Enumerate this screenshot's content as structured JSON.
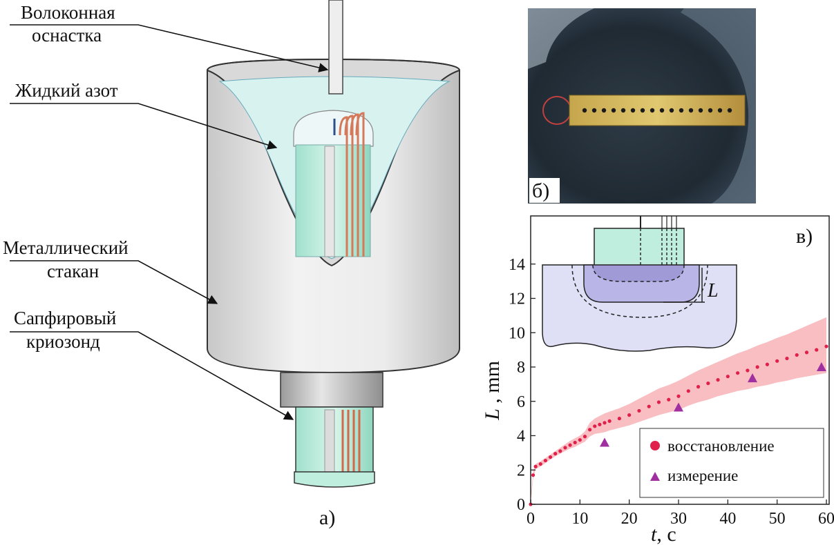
{
  "labels": {
    "fiber_fixture": [
      "Волоконная",
      "оснастка"
    ],
    "liquid_nitrogen": "Жидкий азот",
    "metal_cup": [
      "Металлический",
      "стакан"
    ],
    "sapphire_probe": [
      "Сапфировый",
      "криозонд"
    ]
  },
  "panels": {
    "a": "а)",
    "b": "б)",
    "c": "в)"
  },
  "inset": {
    "depth_label": "L"
  },
  "chart_data": {
    "type": "scatter",
    "xlabel_var": "t",
    "xlabel_unit": ", c",
    "ylabel_var": "L",
    "ylabel_unit": " , mm",
    "xlim": [
      0,
      60
    ],
    "ylim": [
      0,
      16
    ],
    "xticks": [
      "0",
      "10",
      "20",
      "30",
      "40",
      "50",
      "60"
    ],
    "yticks": [
      "0",
      "2",
      "4",
      "6",
      "8",
      "10",
      "12",
      "14"
    ],
    "grid": false,
    "legend_position": "bottom-right",
    "series": [
      {
        "name": "восстановление",
        "marker": "circle",
        "color": "#e0204a",
        "x": [
          0,
          0.5,
          1,
          2,
          3,
          4,
          5,
          6,
          7,
          8,
          9,
          10,
          11,
          12,
          13,
          14,
          15,
          16,
          18,
          20,
          22,
          24,
          26,
          28,
          30,
          32,
          34,
          36,
          38,
          40,
          42,
          44,
          46,
          48,
          50,
          52,
          54,
          56,
          58,
          60
        ],
        "y": [
          0,
          1.7,
          2.2,
          2.35,
          2.55,
          2.75,
          2.95,
          3.1,
          3.3,
          3.45,
          3.6,
          3.75,
          3.95,
          4.35,
          4.55,
          4.65,
          4.75,
          4.85,
          5.0,
          5.2,
          5.45,
          5.7,
          5.95,
          6.1,
          6.3,
          6.6,
          6.85,
          7.05,
          7.25,
          7.45,
          7.65,
          7.8,
          8.0,
          8.15,
          8.35,
          8.5,
          8.7,
          8.85,
          9.0,
          9.2
        ],
        "band_lower": [
          0,
          1.5,
          2.05,
          2.2,
          2.4,
          2.6,
          2.8,
          2.95,
          3.1,
          3.25,
          3.35,
          3.5,
          3.65,
          3.95,
          4.1,
          4.15,
          4.2,
          4.3,
          4.45,
          4.6,
          4.8,
          5.0,
          5.2,
          5.35,
          5.5,
          5.75,
          5.95,
          6.1,
          6.3,
          6.45,
          6.6,
          6.7,
          6.85,
          6.95,
          7.1,
          7.2,
          7.35,
          7.45,
          7.55,
          7.65
        ],
        "band_upper": [
          0.2,
          1.9,
          2.35,
          2.5,
          2.7,
          2.9,
          3.1,
          3.3,
          3.5,
          3.7,
          3.85,
          4.0,
          4.25,
          4.75,
          5.0,
          5.15,
          5.3,
          5.4,
          5.6,
          5.85,
          6.15,
          6.45,
          6.75,
          6.95,
          7.2,
          7.5,
          7.8,
          8.05,
          8.3,
          8.55,
          8.8,
          9.0,
          9.25,
          9.45,
          9.7,
          9.9,
          10.15,
          10.4,
          10.65,
          10.9
        ]
      },
      {
        "name": "измерение",
        "marker": "triangle",
        "color": "#a030a0",
        "x": [
          15,
          30,
          45,
          59
        ],
        "y": [
          3.6,
          5.65,
          7.35,
          8.0
        ]
      }
    ]
  }
}
